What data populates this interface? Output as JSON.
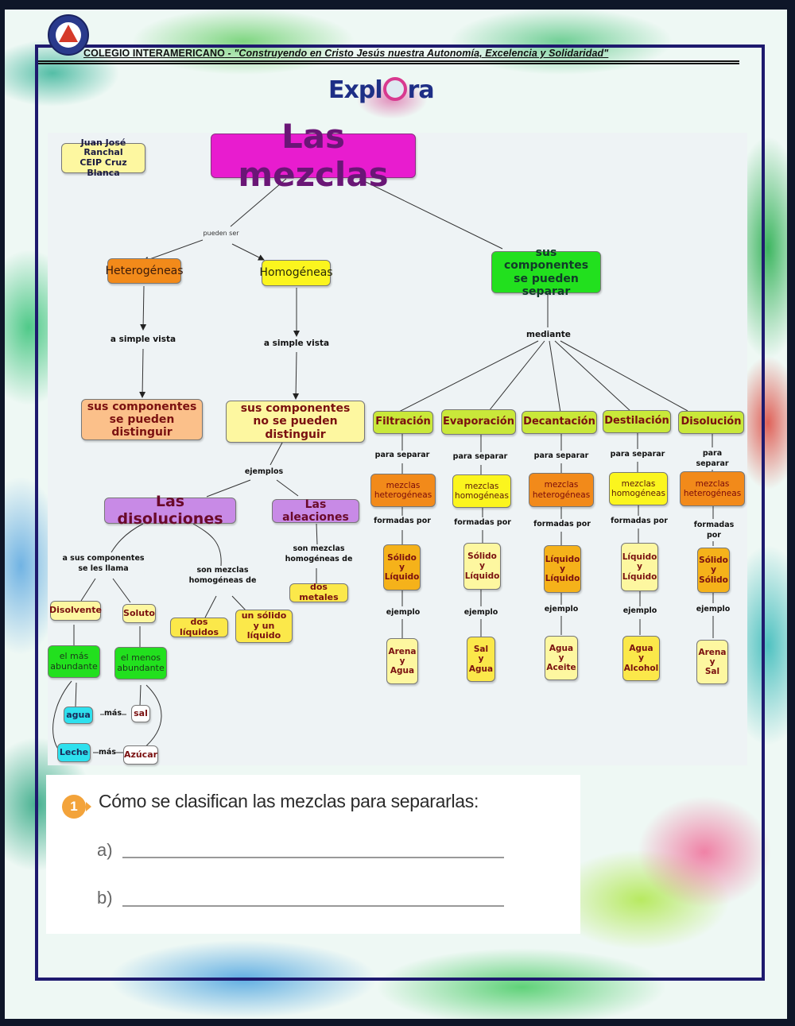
{
  "header": {
    "school": "COLEGIO INTERAMERICANO",
    "motto": " - \"Construyendo en Cristo Jesús nuestra Autonomía, Excelencia y Solidaridad\"",
    "logo_icon": "school-crest-icon",
    "brand": {
      "left": "Expl",
      "right": "ra",
      "icon": "magnifier-icon"
    }
  },
  "diagram": {
    "credit": "Juan José Ranchal\nCEIP Cruz Blanca",
    "title": "Las mezclas",
    "link_pueden_ser": "pueden ser",
    "heterogeneas": "Heterogéneas",
    "homogeneas": "Homogéneas",
    "separar": "sus componentes\nse pueden separar",
    "vista_left": "a simple vista",
    "vista_right": "a simple vista",
    "distinguir": "sus componentes\nse pueden distinguir",
    "no_distinguir": "sus componentes\nno se pueden distinguir",
    "mediante": "mediante",
    "ejemplos": "ejemplos",
    "disoluciones": "Las disoluciones",
    "aleaciones": "Las aleaciones",
    "se_les_llama": "a sus componentes\nse les llama",
    "son_mezclas_dis": "son mezclas\nhomogéneas de",
    "son_mezclas_ale": "son mezclas\nhomogéneas de",
    "dos_metales": "dos metales",
    "dos_liquidos": "dos líquidos",
    "solido_liquido": "un sólido\ny un líquido",
    "disolvente": "Disolvente",
    "soluto": "Soluto",
    "mas_abundante": "el más\nabundante",
    "menos_abundante": "el menos\nabundante",
    "agua": "agua",
    "sal": "sal",
    "leche": "Leche",
    "azucar": "Azúcar",
    "mas1": "más",
    "mas2": "más",
    "methods": [
      {
        "name": "Filtración",
        "link1": "para separar",
        "type": "mezclas\nheterogéneas",
        "link2": "formadas por",
        "components": "Sólido\ny\nLíquido",
        "link3": "ejemplo",
        "example": "Arena\ny\nAgua"
      },
      {
        "name": "Evaporación",
        "link1": "para separar",
        "type": "mezclas\nhomogéneas",
        "link2": "formadas por",
        "components": "Sólido\ny\nLíquido",
        "link3": "ejemplo",
        "example": "Sal\ny\nAgua"
      },
      {
        "name": "Decantación",
        "link1": "para separar",
        "type": "mezclas\nheterogéneas",
        "link2": "formadas por",
        "components": "Líquido\ny\nLíquido",
        "link3": "ejemplo",
        "example": "Agua\ny\nAceite"
      },
      {
        "name": "Destilación",
        "link1": "para separar",
        "type": "mezclas\nhomogéneas",
        "link2": "formadas por",
        "components": "Líquido\ny\nLíquido",
        "link3": "ejemplo",
        "example": "Agua\ny\nAlcohol"
      },
      {
        "name": "Disolución",
        "link1": "para separar",
        "type": "mezclas\nheterogéneas",
        "link2": "formadas por",
        "components": "Sólido\ny\nSólido",
        "link3": "ejemplo",
        "example": "Arena\ny\nSal"
      }
    ],
    "colors": {
      "title": "#e81ccf",
      "orange": "#f28a1a",
      "yellow": "#fbf51e",
      "green": "#22e01e",
      "lime": "#c9e83a",
      "purple": "#c88ae6",
      "peach": "#fbc08a",
      "pale_yellow": "#fdf7a0",
      "gold": "#f5c41a",
      "cyan": "#2ee0ee"
    }
  },
  "worksheet": {
    "number": "1",
    "question": "Cómo se clasifican las mezclas para separarlas:",
    "items": [
      {
        "label": "a)",
        "value": ""
      },
      {
        "label": "b)",
        "value": ""
      }
    ]
  }
}
